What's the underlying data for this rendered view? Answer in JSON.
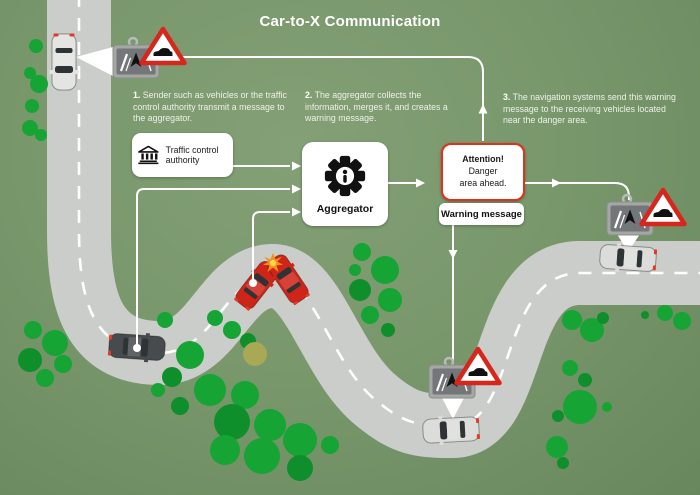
{
  "title": "Car-to-X Communication",
  "steps": [
    {
      "num": "1.",
      "text": "Sender such as vehicles or the traffic control authority transmit a message to the aggregator."
    },
    {
      "num": "2.",
      "text": "The aggregator collects the information, merges it, and creates a warning message."
    },
    {
      "num": "3.",
      "text": "The navigation systems send this warning message to the receiving vehicles located near the danger area."
    }
  ],
  "nodes": {
    "traffic_control": {
      "label": "Traffic control authority",
      "icon": "bank-icon"
    },
    "aggregator": {
      "label": "Aggregator",
      "icon": "gear-info-icon"
    },
    "warning_message": {
      "title": "Attention!",
      "line2": "Danger",
      "line3": "area ahead.",
      "caption": "Warning message"
    }
  },
  "scene_icons": {
    "receiver_sign": "car-warning-triangle-icon",
    "receiver_screen": "nav-display-icon",
    "crash": "collision-starburst-icon"
  },
  "colors": {
    "background": "#78976b",
    "road": "#cacdc9",
    "road_dash": "#ffffff",
    "bush_green": "#16a434",
    "flow_line": "#ffffff",
    "warning_border": "#e0301e",
    "sign_red": "#d7271c",
    "crash_car_red": "#cf2418",
    "step_text": "#eef1e8",
    "title_text": "#ffffff"
  }
}
